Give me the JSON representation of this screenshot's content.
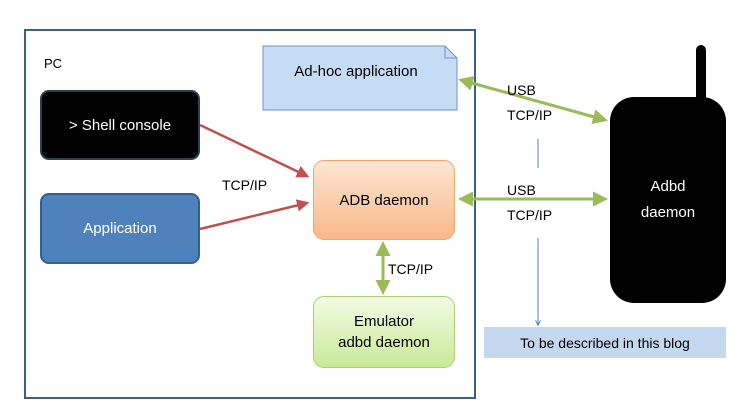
{
  "pc": {
    "label": "PC"
  },
  "nodes": {
    "adhoc": "Ad-hoc application",
    "shell": "> Shell console",
    "application": "Application",
    "adb": "ADB daemon",
    "emulator_line1": "Emulator",
    "emulator_line2": "adbd daemon",
    "phone_line1": "Adbd",
    "phone_line2": "daemon",
    "blog": "To be described in this blog"
  },
  "edge_labels": {
    "tcpip_left": "TCP/IP",
    "tcpip_emulator": "TCP/IP",
    "usb_top": "USB",
    "tcpip_top": "TCP/IP",
    "usb_mid": "USB",
    "tcpip_mid": "TCP/IP"
  },
  "colors": {
    "frame": "#3b5f85",
    "red_arrow": "#c0504d",
    "green_arrow": "#9bbb59",
    "blue_line": "#4f81bd"
  }
}
